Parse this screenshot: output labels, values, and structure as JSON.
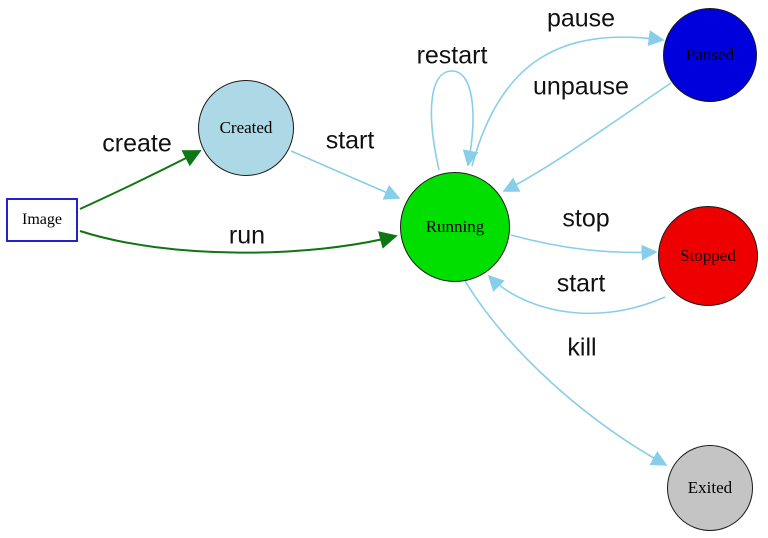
{
  "diagram": {
    "description": "Container lifecycle state diagram",
    "nodes": [
      {
        "id": "image",
        "label": "Image",
        "shape": "rect",
        "fill": "#ffffff",
        "border": "#2222cc"
      },
      {
        "id": "created",
        "label": "Created",
        "shape": "circle",
        "fill": "#add8e6",
        "border": "#1a1a1a"
      },
      {
        "id": "running",
        "label": "Running",
        "shape": "circle",
        "fill": "#00df00",
        "border": "#1a1a1a"
      },
      {
        "id": "paused",
        "label": "Paused",
        "shape": "circle",
        "fill": "#0000dd",
        "border": "#1a1a1a"
      },
      {
        "id": "stopped",
        "label": "Stopped",
        "shape": "circle",
        "fill": "#ee0000",
        "border": "#1a1a1a"
      },
      {
        "id": "exited",
        "label": "Exited",
        "shape": "circle",
        "fill": "#c4c4c4",
        "border": "#1a1a1a"
      }
    ],
    "edges": [
      {
        "from": "image",
        "to": "created",
        "label": "create",
        "color": "#0e7612"
      },
      {
        "from": "image",
        "to": "running",
        "label": "run",
        "color": "#0e7612"
      },
      {
        "from": "created",
        "to": "running",
        "label": "start",
        "color": "#87ceeb"
      },
      {
        "from": "running",
        "to": "running",
        "label": "restart",
        "color": "#87ceeb"
      },
      {
        "from": "running",
        "to": "paused",
        "label": "pause",
        "color": "#87ceeb"
      },
      {
        "from": "paused",
        "to": "running",
        "label": "unpause",
        "color": "#87ceeb"
      },
      {
        "from": "running",
        "to": "stopped",
        "label": "stop",
        "color": "#87ceeb"
      },
      {
        "from": "stopped",
        "to": "running",
        "label": "start",
        "color": "#87ceeb"
      },
      {
        "from": "running",
        "to": "exited",
        "label": "kill",
        "color": "#87ceeb"
      }
    ]
  }
}
